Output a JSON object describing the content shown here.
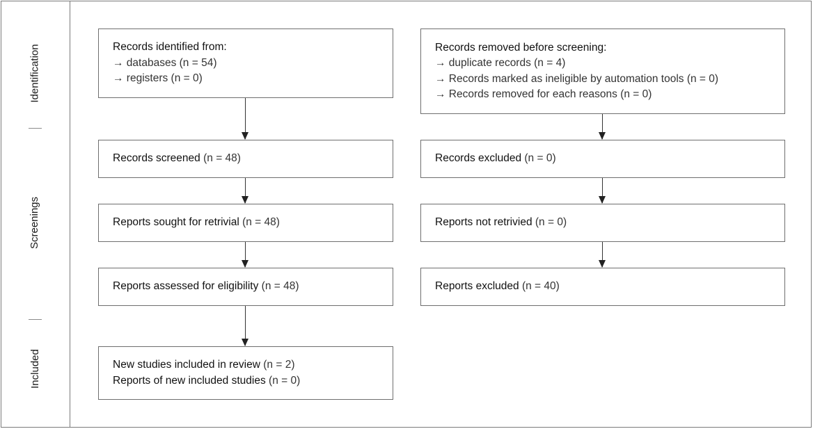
{
  "phases": {
    "identification": "Identification",
    "screenings": "Screenings",
    "included": "Included"
  },
  "boxes": {
    "identified": {
      "title": "Records identified from:",
      "lines": [
        "→ databases (n = 54)",
        "→ registers (n = 0)"
      ]
    },
    "removed": {
      "title": "Records removed before screening:",
      "lines": [
        "→ duplicate records (n = 4)",
        "→ Records marked as ineligible by automation tools (n = 0)",
        "→ Records removed for each reasons (n = 0)"
      ]
    },
    "screened": {
      "label": "Records screened",
      "count": "(n = 48)"
    },
    "excluded": {
      "label": "Records excluded",
      "count": "(n = 0)"
    },
    "sought": {
      "label": "Reports sought for retrivial",
      "count": "(n = 48)"
    },
    "not_retrieved": {
      "label": "Reports not retrivied",
      "count": "(n = 0)"
    },
    "assessed": {
      "label": "Reports assessed for eligibility",
      "count": "(n = 48)"
    },
    "reports_excluded": {
      "label": "Reports excluded",
      "count": "(n = 40)"
    },
    "included": {
      "line1_label": "New studies included in review",
      "line1_count": "(n = 2)",
      "line2_label": "Reports of new included studies",
      "line2_count": "(n = 0)"
    }
  }
}
